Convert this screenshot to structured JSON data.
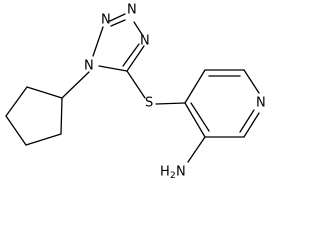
{
  "molecule": {
    "atom_labels": {
      "tetrazole_n1": "N",
      "tetrazole_n2": "N",
      "tetrazole_n3": "N",
      "tetrazole_n4": "N",
      "sulfur": "S",
      "pyridine_n": "N",
      "amine_h": "H",
      "amine_h_count": "2",
      "amine_n": "N"
    }
  }
}
